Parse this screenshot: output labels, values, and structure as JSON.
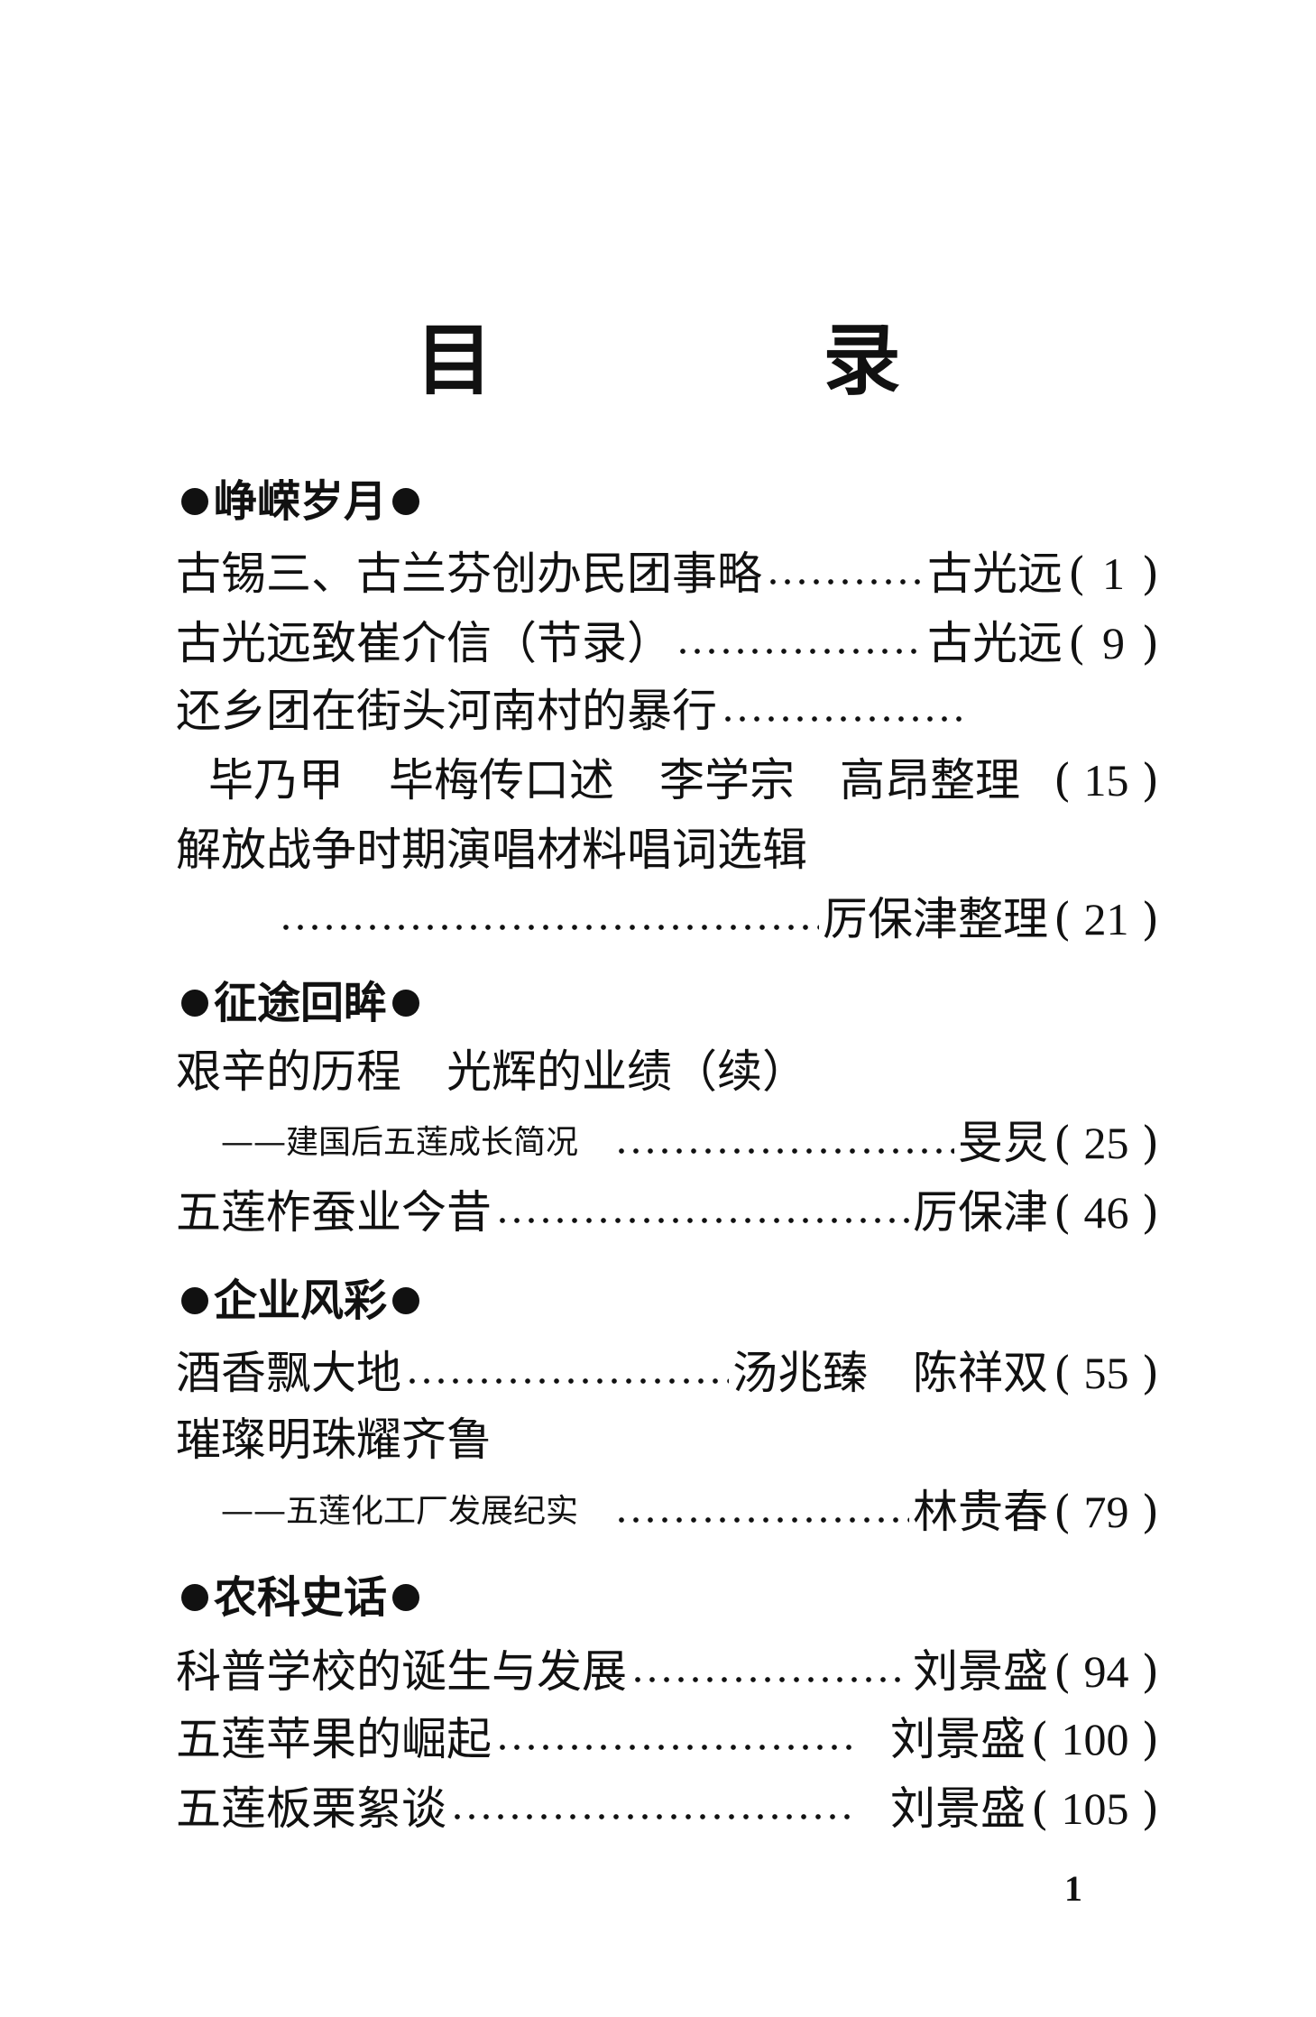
{
  "title": "目　录",
  "sections": [
    {
      "heading": "峥嵘岁月",
      "entries": [
        {
          "title": "古锡三、古兰芬创办民团事略",
          "author": "古光远",
          "page": "1"
        },
        {
          "title": "古光远致崔介信（节录）",
          "author": "古光远",
          "page": "9"
        },
        {
          "title": "还乡团在街头河南村的暴行",
          "author": "毕乃甲　毕梅传口述　李学宗　高昂整理",
          "page": "15"
        },
        {
          "title": "解放战争时期演唱材料唱词选辑",
          "author": "厉保津整理",
          "page": "21"
        }
      ]
    },
    {
      "heading": "征途回眸",
      "entries": [
        {
          "title": "艰辛的历程　光辉的业绩（续）",
          "subtitle": "——建国后五莲成长简况",
          "author": "旻炅",
          "page": "25"
        },
        {
          "title": "五莲柞蚕业今昔",
          "author": "厉保津",
          "page": "46"
        }
      ]
    },
    {
      "heading": "企业风彩",
      "entries": [
        {
          "title": "酒香飘大地",
          "author": "汤兆臻　陈祥双",
          "page": "55"
        },
        {
          "title": "璀璨明珠耀齐鲁",
          "subtitle": "——五莲化工厂发展纪实",
          "author": "林贵春",
          "page": "79"
        }
      ]
    },
    {
      "heading": "农科史话",
      "entries": [
        {
          "title": "科普学校的诞生与发展",
          "author": "刘景盛",
          "page": "94"
        },
        {
          "title": "五莲苹果的崛起",
          "author": "刘景盛",
          "page": "100"
        },
        {
          "title": "五莲板栗絮谈",
          "author": "刘景盛",
          "page": "105"
        }
      ]
    }
  ],
  "folio": "1"
}
